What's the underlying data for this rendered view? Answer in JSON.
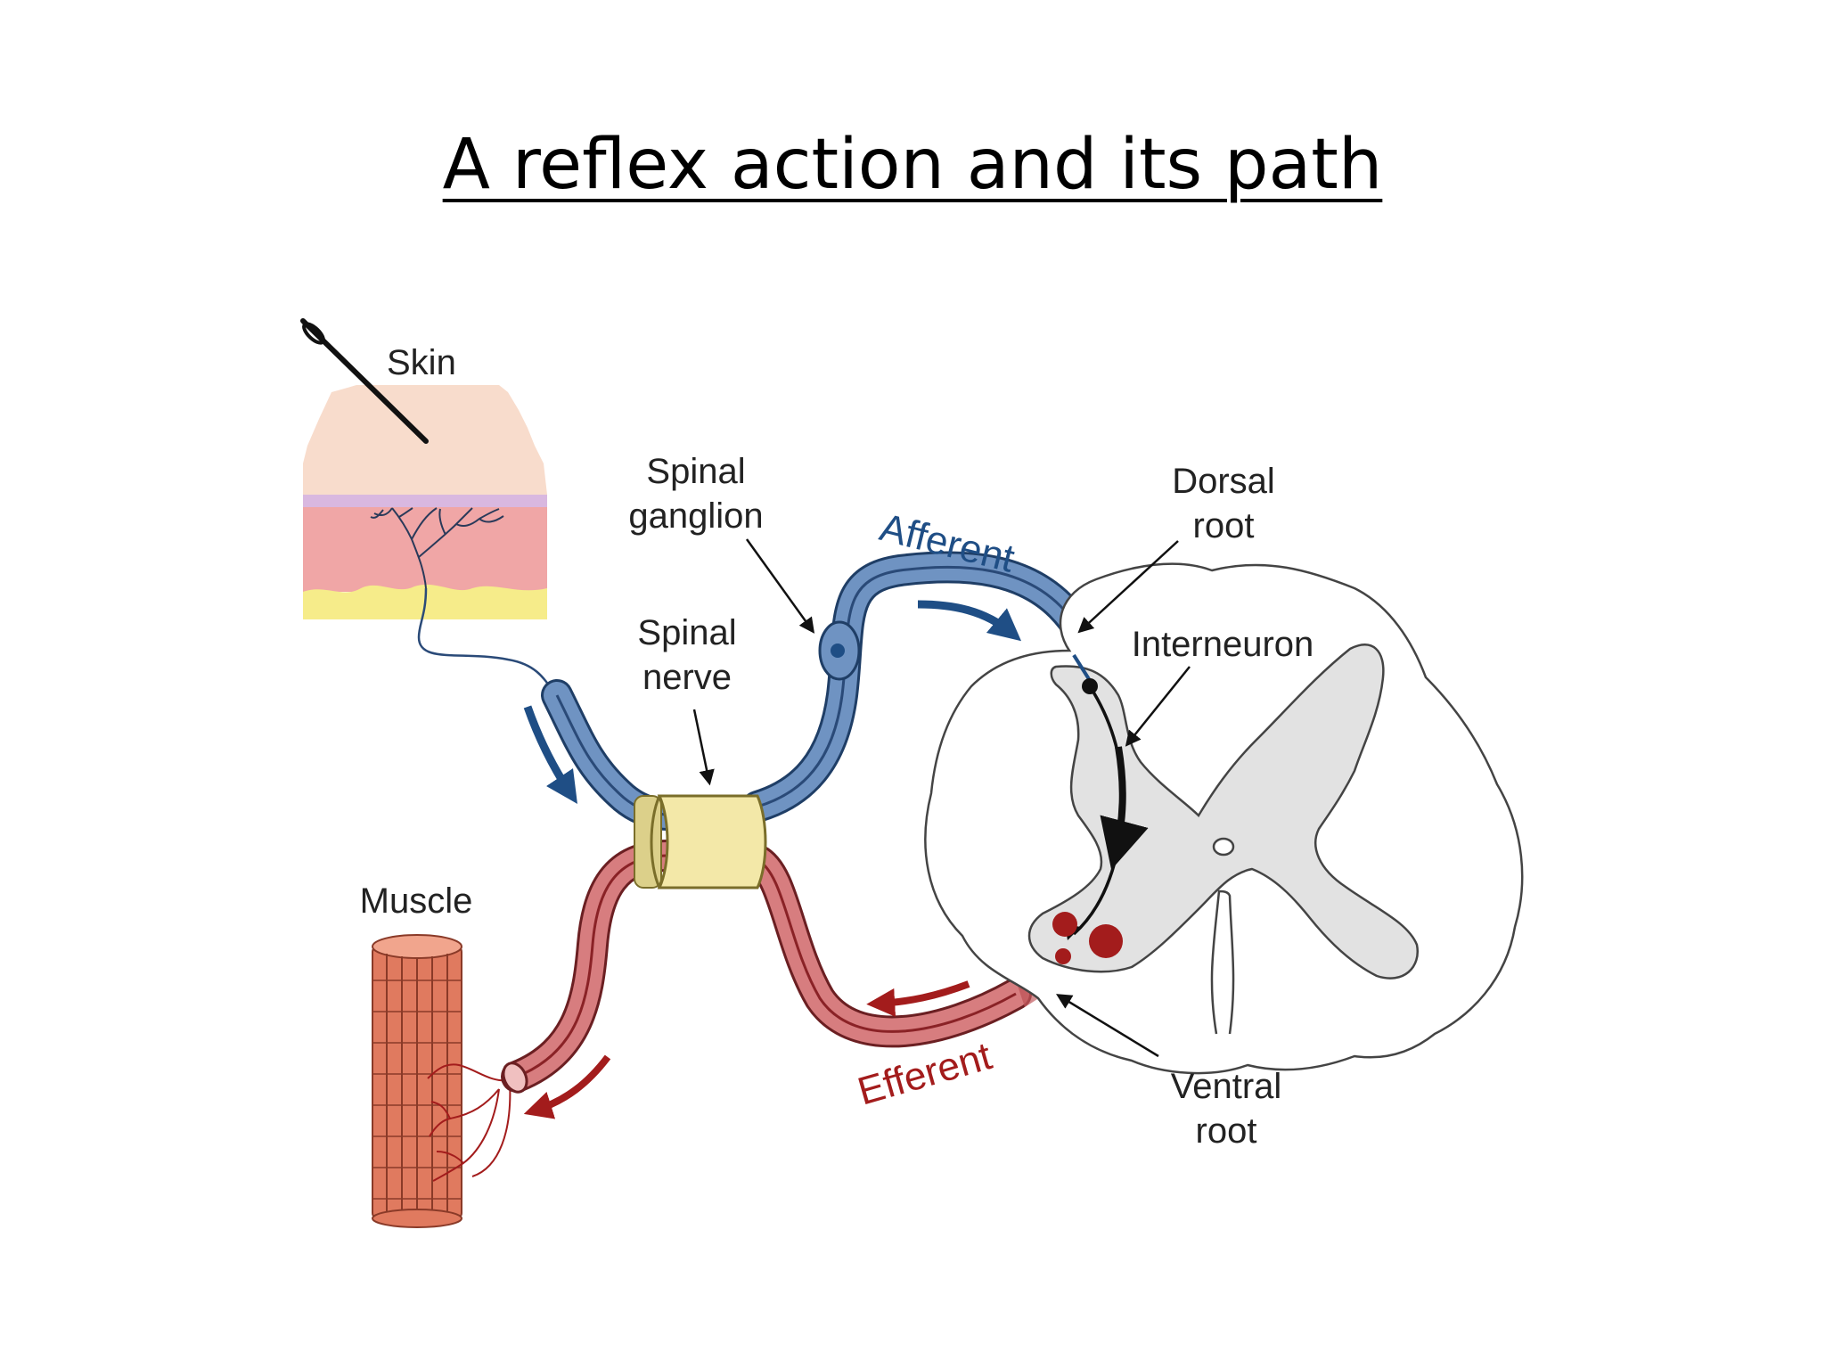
{
  "slide": {
    "title": "A reflex action and its path"
  },
  "labels": {
    "skin": "Skin",
    "spinal_ganglion_line1": "Spinal",
    "spinal_ganglion_line2": "ganglion",
    "afferent": "Afferent",
    "dorsal_root_line1": "Dorsal",
    "dorsal_root_line2": "root",
    "interneuron": "Interneuron",
    "spinal_nerve_line1": "Spinal",
    "spinal_nerve_line2": "nerve",
    "muscle": "Muscle",
    "efferent": "Efferent",
    "ventral_root_line1": "Ventral",
    "ventral_root_line2": "root"
  },
  "colors": {
    "afferent": "#4a6fa5",
    "afferent_dark": "#1f4e85",
    "efferent": "#c0565a",
    "efferent_dark": "#a31c1c",
    "skin_top": "#f8dccc",
    "skin_dermis": "#f0a6a6",
    "skin_fat": "#f6ec8a",
    "muscle": "#e07a5f",
    "nerve_band": "#f3e8a8",
    "grey_matter": "#e2e2e2"
  }
}
